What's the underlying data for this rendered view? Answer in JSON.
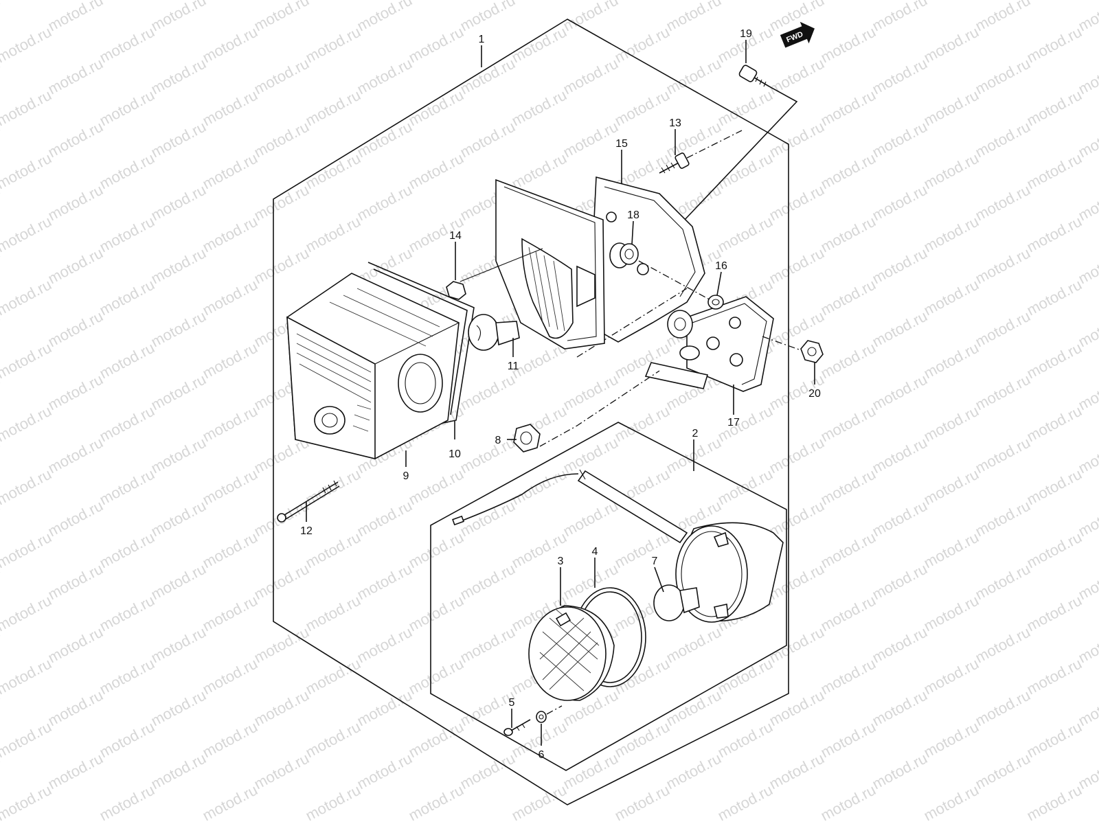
{
  "watermark": {
    "text": "motod.ru",
    "color": "#d6d6d6"
  },
  "fwd_marker": {
    "text": "FWD"
  },
  "callouts": [
    {
      "id": "1",
      "label": "1"
    },
    {
      "id": "2",
      "label": "2"
    },
    {
      "id": "3",
      "label": "3"
    },
    {
      "id": "4",
      "label": "4"
    },
    {
      "id": "5",
      "label": "5"
    },
    {
      "id": "6",
      "label": "6"
    },
    {
      "id": "7",
      "label": "7"
    },
    {
      "id": "8",
      "label": "8"
    },
    {
      "id": "9",
      "label": "9"
    },
    {
      "id": "10",
      "label": "10"
    },
    {
      "id": "11",
      "label": "11"
    },
    {
      "id": "12",
      "label": "12"
    },
    {
      "id": "13",
      "label": "13"
    },
    {
      "id": "14",
      "label": "14"
    },
    {
      "id": "15",
      "label": "15"
    },
    {
      "id": "16",
      "label": "16"
    },
    {
      "id": "17",
      "label": "17"
    },
    {
      "id": "18",
      "label": "18"
    },
    {
      "id": "19",
      "label": "19"
    },
    {
      "id": "20",
      "label": "20"
    }
  ]
}
